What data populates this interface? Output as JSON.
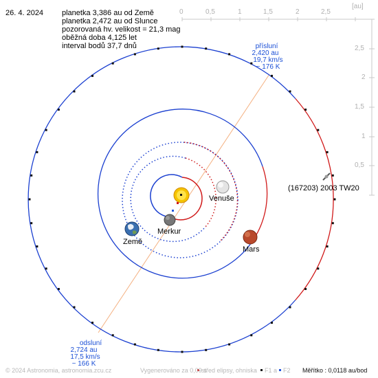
{
  "header": {
    "date": "26. 4. 2024",
    "info_lines": [
      "planetka 3,386 au od Země",
      "planetka 2,472 au od Slunce",
      "pozorovaná hv. velikost = 21,3 mag",
      "oběžná doba 4,125 let",
      "interval bodů 37,7 dnů"
    ]
  },
  "perihelion": {
    "title": "přísluní",
    "distance": "2,420 au",
    "speed": "19,7 km/s",
    "temperature": "~ 176 K"
  },
  "aphelion": {
    "title": "odsluní",
    "distance": "2,724 au",
    "speed": "17,5 km/s",
    "temperature": "~ 166 K"
  },
  "bodies": {
    "earth": "Země",
    "mercury": "Merkur",
    "venus": "Venuše",
    "mars": "Mars",
    "asteroid": "(167203) 2003 TW20"
  },
  "axes": {
    "unit": "[au]",
    "x_ticks": [
      "0",
      "0,5",
      "1",
      "1,5",
      "2",
      "2,5"
    ],
    "y_ticks": [
      "2,5",
      "2",
      "1,5",
      "1",
      "0,5"
    ]
  },
  "footer": {
    "copyright": "© 2024 Astronomia, astronomia.zcu.cz",
    "generated": "Vygenerováno za 0,09 s",
    "legend_center": "střed elipsy, ohniska",
    "legend_f1": "F1 a",
    "legend_f2": "F2",
    "scale": "Měřítko : 0,0118 au/bod"
  },
  "colors": {
    "orbit_near": "#1a3fd0",
    "orbit_far": "#d01818",
    "apsis_line": "#f4b080",
    "axis": "#c0c0c0",
    "sun": "#f5c400",
    "mars": "#b9492c",
    "venus": "#dcdcdc",
    "mercury": "#666666",
    "earth": "#3a6fb0"
  }
}
